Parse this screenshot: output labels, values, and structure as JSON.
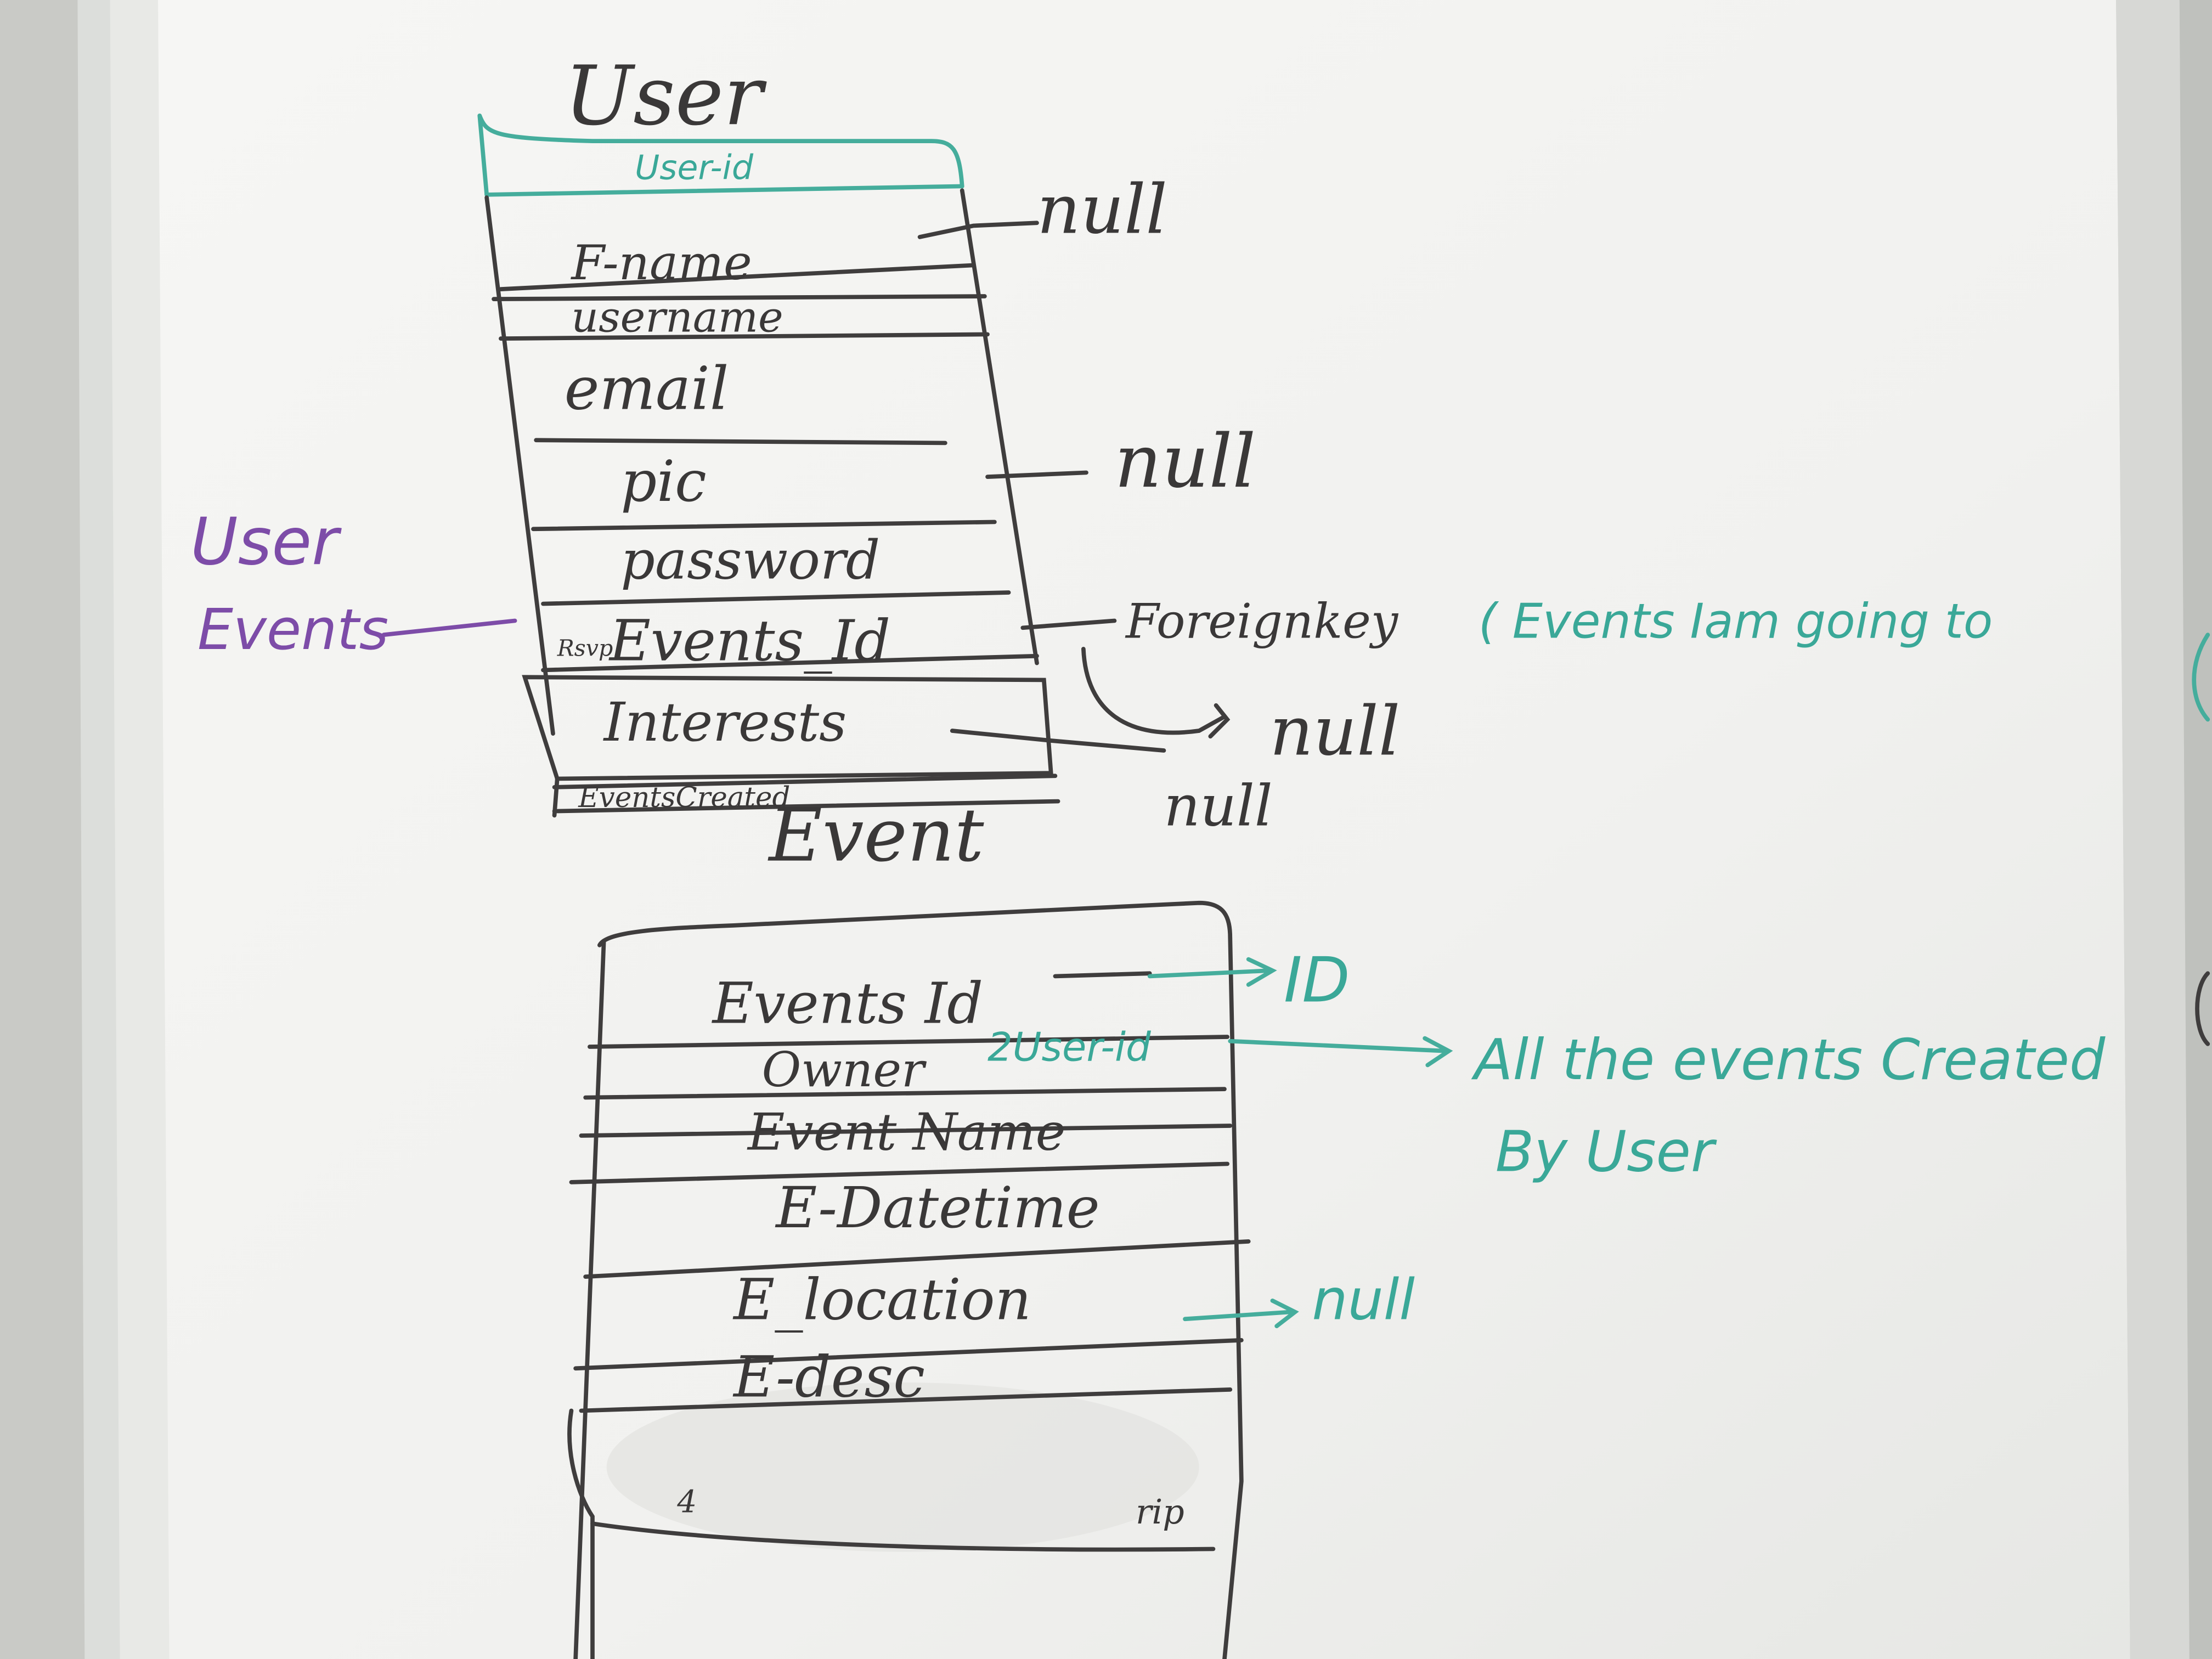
{
  "user_table": {
    "title": "User",
    "header": "User-id",
    "fields": [
      "F-name",
      "username",
      "email",
      "pic",
      "password",
      "Events_Id",
      "Interests",
      "EventsCreated"
    ],
    "row_prefix": "Rsvp",
    "bottom_label": "Event"
  },
  "user_annotations": {
    "fname_note": "null",
    "pic_note": "null",
    "events_id_note": "Foreignkey",
    "events_id_teal_note": "( Events Iam going to",
    "interests_note": "null",
    "events_created_note": "null",
    "side_label_line1": "User",
    "side_label_line2": "Events"
  },
  "event_table": {
    "fields": [
      "Events Id",
      "Owner",
      "Event Name",
      "E-Datetime",
      "E_location",
      "E-desc"
    ],
    "owner_ref": "2User-id",
    "smudge_left": "4",
    "smudge_right": "rip"
  },
  "event_annotations": {
    "id_note": "ID",
    "owner_note_line1": "All the events Created",
    "owner_note_line2": "By User",
    "location_note": "null"
  },
  "colors": {
    "board": "#f3f3f1",
    "frame": "#d3d5d2",
    "ink_dark": "#3a3838",
    "ink_teal": "#3aa898",
    "ink_purple": "#7d4ca8"
  }
}
